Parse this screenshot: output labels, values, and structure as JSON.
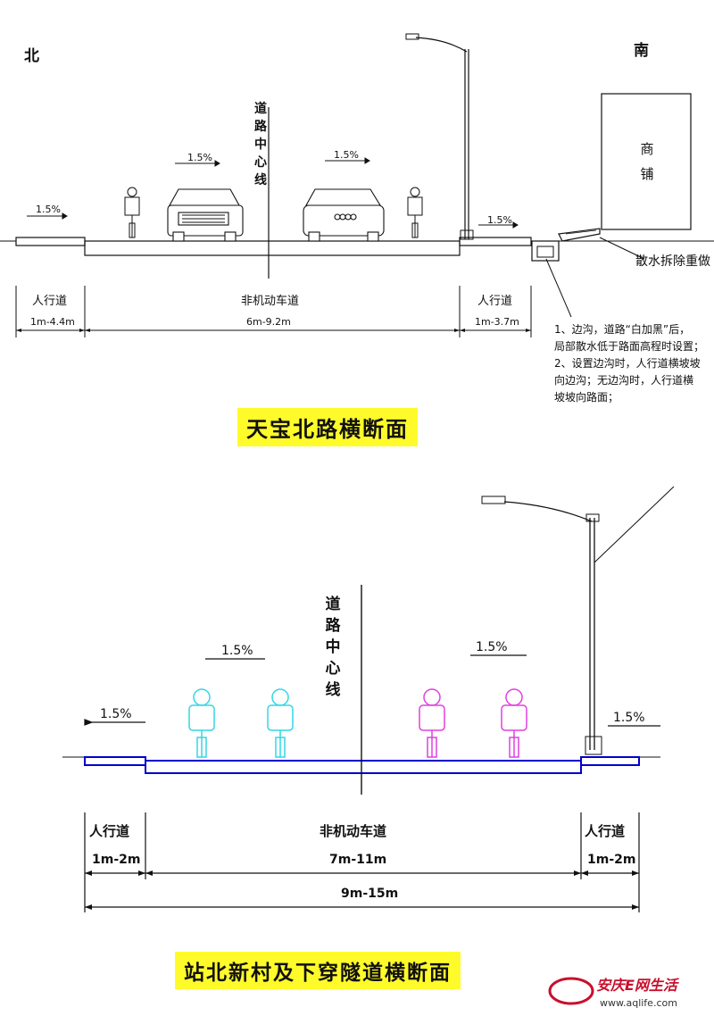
{
  "top": {
    "north": "北",
    "south": "南",
    "shop": [
      "商",
      "铺"
    ],
    "center_line": [
      "道",
      "路",
      "中",
      "心",
      "线"
    ],
    "slopes": [
      "1.5%",
      "1.5%",
      "1.5%",
      "1.5%"
    ],
    "drain_note": "散水拆除重做",
    "left_walk": {
      "name": "人行道",
      "width": "1m-4.4m"
    },
    "bike_lane": {
      "name": "非机动车道",
      "width": "6m-9.2m"
    },
    "right_walk": {
      "name": "人行道",
      "width": "1m-3.7m"
    },
    "notes": [
      "1、边沟，道路“白加黑”后，",
      "局部散水低于路面高程时设置；",
      "2、设置边沟时，人行道横坡坡",
      "向边沟；无边沟时，人行道横",
      "坡坡向路面；"
    ],
    "title": "天宝北路横断面"
  },
  "bottom": {
    "center_line": [
      "道",
      "路",
      "中",
      "心",
      "线"
    ],
    "slopes": [
      "1.5%",
      "1.5%",
      "1.5%",
      "1.5%"
    ],
    "left_walk": {
      "name": "人行道",
      "width": "1m-2m"
    },
    "bike_lane": {
      "name": "非机动车道",
      "width": "7m-11m"
    },
    "right_walk": {
      "name": "人行道",
      "width": "1m-2m"
    },
    "total": "9m-15m",
    "title": "站北新村及下穿隧道横断面"
  },
  "watermark": {
    "brand": "安庆E网生活",
    "url": "www.aqlife.com"
  },
  "colors": {
    "title_bg": "#fffb2a",
    "road_blue": "#0000cc",
    "cyclist_cyan": "#33d6e6",
    "cyclist_magenta": "#e040e0"
  }
}
